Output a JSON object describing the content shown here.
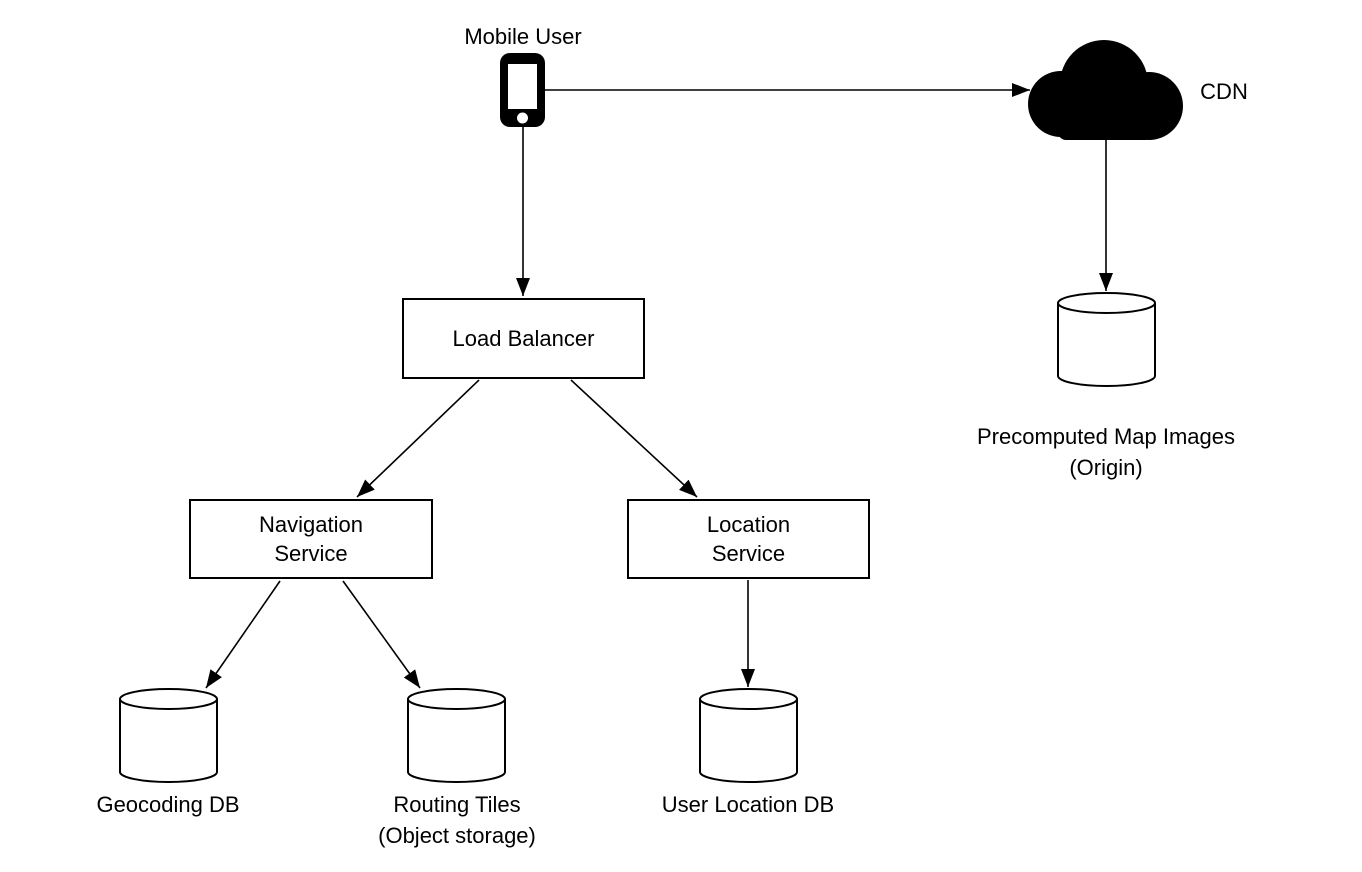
{
  "colors": {
    "stroke": "#000000",
    "fill": "#ffffff",
    "background": "#ffffff",
    "text": "#000000"
  },
  "nodes": {
    "mobile_user": {
      "label": "Mobile User",
      "icon": "smartphone-icon"
    },
    "cdn": {
      "label": "CDN",
      "icon": "cloud-icon"
    },
    "load_balancer": {
      "label": "Load Balancer"
    },
    "navigation_service": {
      "line1": "Navigation",
      "line2": "Service"
    },
    "location_service": {
      "line1": "Location",
      "line2": "Service"
    },
    "geocoding_db": {
      "label": "Geocoding DB",
      "icon": "database-cylinder-icon"
    },
    "routing_tiles": {
      "line1": "Routing Tiles",
      "line2": "(Object storage)",
      "icon": "database-cylinder-icon"
    },
    "user_location_db": {
      "label": "User Location DB",
      "icon": "database-cylinder-icon"
    },
    "precomputed_map_images": {
      "line1": "Precomputed Map Images",
      "line2": "(Origin)",
      "icon": "database-cylinder-icon"
    }
  },
  "edges": [
    {
      "from": "mobile_user",
      "to": "cdn"
    },
    {
      "from": "mobile_user",
      "to": "load_balancer"
    },
    {
      "from": "load_balancer",
      "to": "navigation_service"
    },
    {
      "from": "load_balancer",
      "to": "location_service"
    },
    {
      "from": "navigation_service",
      "to": "geocoding_db"
    },
    {
      "from": "navigation_service",
      "to": "routing_tiles"
    },
    {
      "from": "location_service",
      "to": "user_location_db"
    },
    {
      "from": "cdn",
      "to": "precomputed_map_images"
    }
  ]
}
